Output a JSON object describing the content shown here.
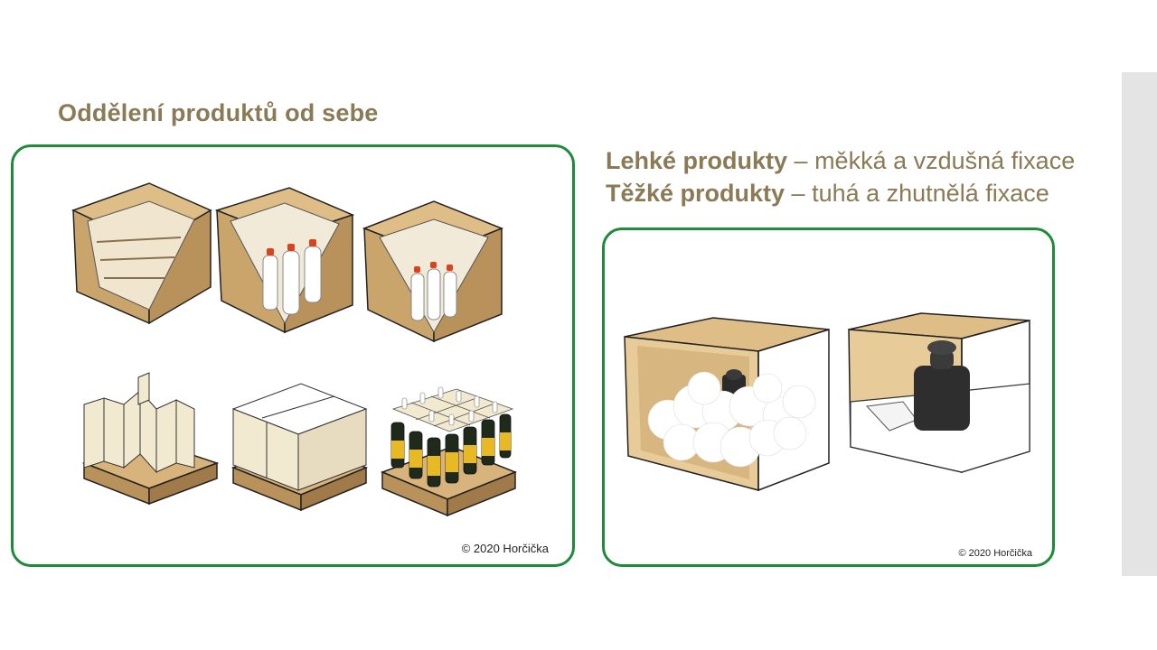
{
  "slide": {
    "title": "Oddělení produktů od sebe",
    "subtitle": {
      "line1_bold": "Lehké produkty",
      "line1_rest": " – měkká a vzdušná fixace",
      "line2_bold": "Těžké produkty",
      "line2_rest": " – tuhá a zhutnělá fixace"
    },
    "left_figure": {
      "copyright": "© 2020 Horčička",
      "illustrations": [
        "diagonal-shelf-box",
        "bottle-divider-box-1",
        "bottle-divider-box-2",
        "zigzag-insert-tray",
        "simple-divider-tray",
        "wine-bottle-grid-tray"
      ]
    },
    "right_figure": {
      "copyright": "© 2020 Horčička",
      "illustrations": [
        "box-with-soft-fill",
        "box-with-rigid-fill"
      ]
    }
  },
  "colors": {
    "title_text": "#8a7a55",
    "panel_border": "#1e8a3a",
    "cardboard": "#d8b47c",
    "cardboard_dark": "#b8925a",
    "side_strip": "#e4e4e4"
  }
}
